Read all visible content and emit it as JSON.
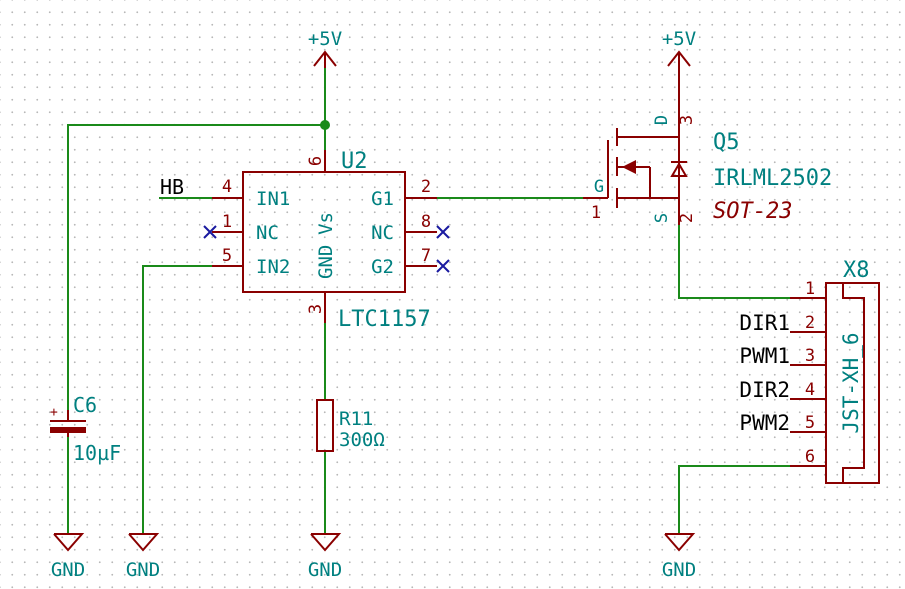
{
  "power": {
    "vcc_left": "+5V",
    "vcc_right": "+5V",
    "gnd_c6": "GND",
    "gnd_in2": "GND",
    "gnd_r11": "GND",
    "gnd_conn": "GND"
  },
  "u2": {
    "ref": "U2",
    "value": "LTC1157",
    "pins": {
      "p1": {
        "num": "1",
        "name": "NC"
      },
      "p2": {
        "num": "2",
        "name": "G1"
      },
      "p3": {
        "num": "3",
        "name": "GND"
      },
      "p4": {
        "num": "4",
        "name": "IN1"
      },
      "p5": {
        "num": "5",
        "name": "IN2"
      },
      "p6": {
        "num": "6",
        "name": "Vs"
      },
      "p7": {
        "num": "7",
        "name": "G2"
      },
      "p8": {
        "num": "8",
        "name": "NC"
      }
    }
  },
  "q5": {
    "ref": "Q5",
    "value": "IRLML2502",
    "footprint": "SOT-23",
    "pins": {
      "g": {
        "num": "1",
        "name": "G"
      },
      "s": {
        "num": "2",
        "name": "S"
      },
      "d": {
        "num": "3",
        "name": "D"
      }
    }
  },
  "c6": {
    "ref": "C6",
    "value": "10µF",
    "polarity": "+"
  },
  "r11": {
    "ref": "R11",
    "value": "300Ω"
  },
  "x8": {
    "ref": "X8",
    "value": "JST-XH_6",
    "pins": [
      "1",
      "2",
      "3",
      "4",
      "5",
      "6"
    ],
    "net_labels": [
      "DIR1",
      "PWM1",
      "DIR2",
      "PWM2"
    ]
  },
  "net_hb": "HB",
  "colors": {
    "wire": "#1a8a1a",
    "component": "#8a0000",
    "text": "#008080",
    "no_connect": "#1a1aa0",
    "background": "#ffffff"
  }
}
